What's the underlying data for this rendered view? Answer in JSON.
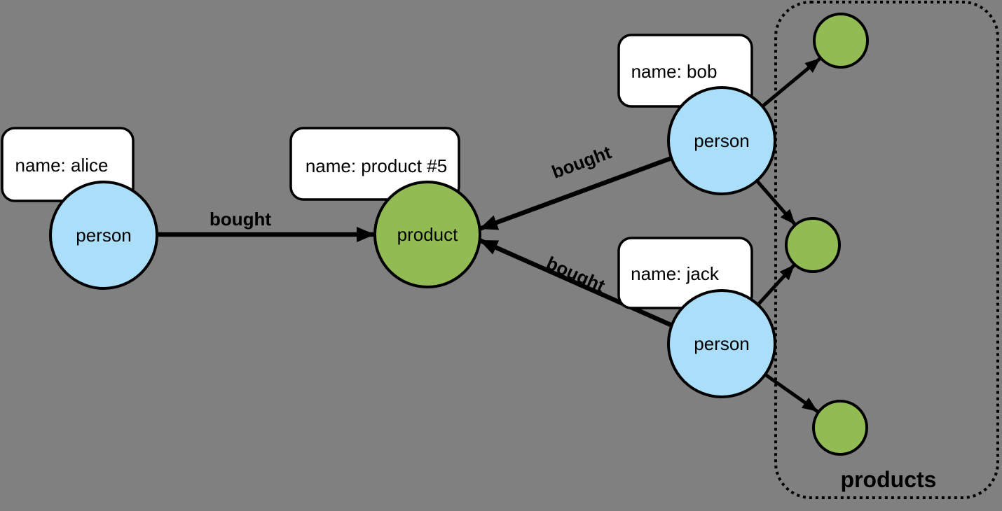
{
  "diagram": {
    "background_color": "#808080",
    "colors": {
      "background": "#808080",
      "person_fill": "#ABDEF8",
      "product_fill": "#92BC53",
      "node_stroke": "#000000",
      "box_fill": "#FFFFFF",
      "edge_color": "#000000"
    },
    "nodes": {
      "alice": {
        "label": "person",
        "property": "name: alice"
      },
      "product5": {
        "label": "product",
        "property": "name: product #5"
      },
      "bob": {
        "label": "person",
        "property": "name: bob"
      },
      "jack": {
        "label": "person",
        "property": "name: jack"
      }
    },
    "edges": {
      "alice_product": {
        "label": "bought"
      },
      "bob_product": {
        "label": "bought"
      },
      "jack_product": {
        "label": "bought"
      }
    },
    "products_group": {
      "label": "products",
      "member_count": 3
    }
  }
}
